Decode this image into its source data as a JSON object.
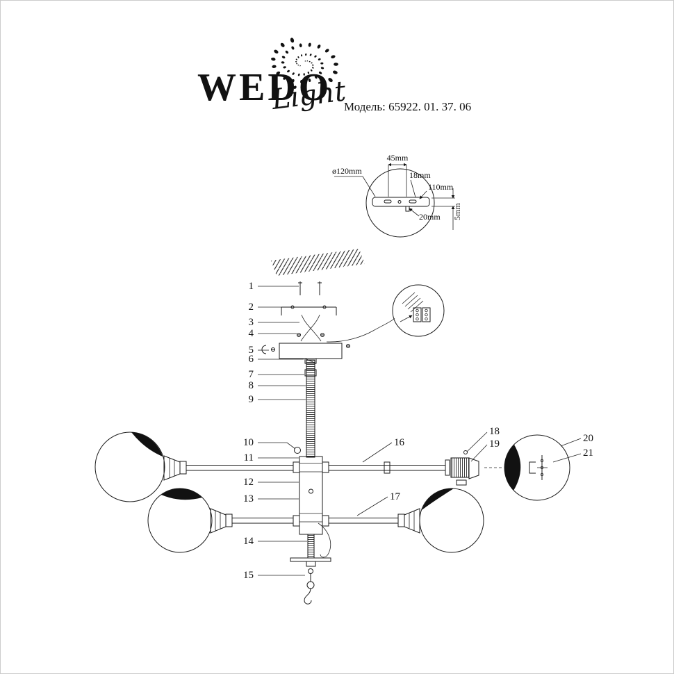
{
  "brand": {
    "wordmark": "WEDO",
    "script": "Light"
  },
  "model_label": "Модель: 65922. 01. 37. 06",
  "detail_dims": {
    "dia": "ø120mm",
    "w45": "45mm",
    "w18": "18mm",
    "w110": "110mm",
    "w20": "20mm",
    "t5": "5mm"
  },
  "parts": [
    "1",
    "2",
    "3",
    "4",
    "5",
    "6",
    "7",
    "8",
    "9",
    "10",
    "11",
    "12",
    "13",
    "14",
    "15",
    "16",
    "17",
    "18",
    "19",
    "20",
    "21"
  ]
}
